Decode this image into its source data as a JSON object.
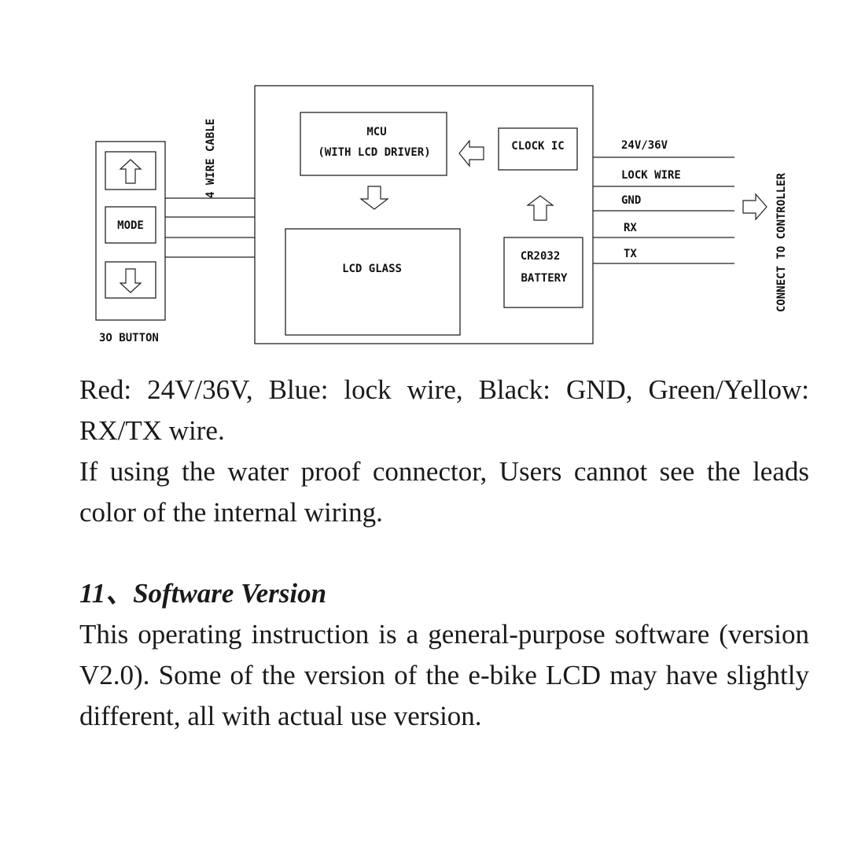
{
  "diagram": {
    "left_cable_label": "4 WIRE CABLE",
    "button_mode_label": "MODE",
    "button_panel_label": "3O BUTTON",
    "mcu_line1": "MCU",
    "mcu_line2": "(WITH LCD DRIVER)",
    "clock_label": "CLOCK IC",
    "lcd_label": "LCD GLASS",
    "battery_line1": "CR2032",
    "battery_line2": "BATTERY",
    "wires": [
      "24V/36V",
      "LOCK WIRE",
      "GND",
      "RX",
      "TX"
    ],
    "controller_label": "CONNECT TO CONTROLLER"
  },
  "paragraphs": {
    "wire_colors": "Red: 24V/36V, Blue: lock wire, Black: GND, Green/Yellow: RX/TX wire.",
    "waterproof_note": "If using the water proof connector, Users cannot see the leads color of the internal wiring."
  },
  "section": {
    "heading": "11、Software Version",
    "body": "This operating instruction is a general-purpose software (version V2.0). Some of the version of the e-bike LCD may have slightly different, all with actual use version."
  }
}
